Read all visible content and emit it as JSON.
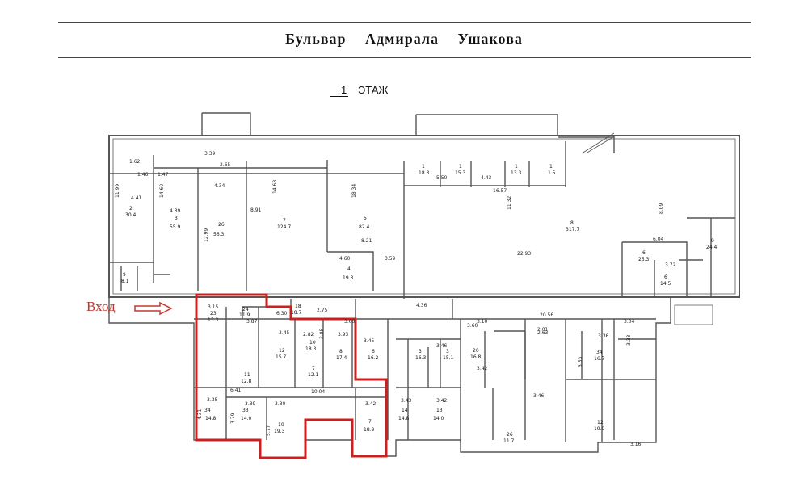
{
  "header": {
    "street_name": "Бульвар Адмирала Ушакова",
    "floor_number": "1",
    "floor_word": "ЭТАЖ"
  },
  "entrance": {
    "label": "Вход",
    "arrow_color": "#c0392b"
  },
  "colors": {
    "walls": "#555555",
    "highlight": "#cc1f1f",
    "text": "#222222"
  },
  "room_labels": [
    {
      "num": "2",
      "area": "30.4"
    },
    {
      "num": "3",
      "area": "55.9"
    },
    {
      "num": "26",
      "area": "56.3"
    },
    {
      "num": "7",
      "area": "124.7"
    },
    {
      "num": "5",
      "area": "82.4"
    },
    {
      "num": "4",
      "area": "19.3"
    },
    {
      "num": "1",
      "area": "18.3"
    },
    {
      "num": "1",
      "area": "15.3"
    },
    {
      "num": "1",
      "area": "13.3"
    },
    {
      "num": "1",
      "area": "1.5"
    },
    {
      "num": "8",
      "area": "317.7"
    },
    {
      "num": "6",
      "area": "25.3"
    },
    {
      "num": "6",
      "area": "14.5"
    },
    {
      "num": "9",
      "area": "24.4"
    },
    {
      "num": "9",
      "area": "8.1"
    },
    {
      "num": "23",
      "area": "13.3"
    },
    {
      "num": "24",
      "area": "11.9"
    },
    {
      "num": "18",
      "area": "18.7"
    },
    {
      "num": "12",
      "area": "15.7"
    },
    {
      "num": "10",
      "area": "18.3"
    },
    {
      "num": "8",
      "area": "17.4"
    },
    {
      "num": "7",
      "area": "12.1"
    },
    {
      "num": "6",
      "area": "16.2"
    },
    {
      "num": "14",
      "area": "14.8"
    },
    {
      "num": "13",
      "area": "14.0"
    },
    {
      "num": "34",
      "area": "14.8"
    },
    {
      "num": "33",
      "area": "14.0"
    },
    {
      "num": "12",
      "area": "19.9"
    },
    {
      "num": "7",
      "area": "18.9"
    },
    {
      "num": "20",
      "area": "16.8"
    },
    {
      "num": "34",
      "area": "16.7"
    },
    {
      "num": "26",
      "area": "11.7"
    },
    {
      "num": "10",
      "area": "19.3"
    },
    {
      "num": "11",
      "area": "12.8"
    },
    {
      "num": "3",
      "area": "16.3"
    },
    {
      "num": "3",
      "area": "15.1"
    }
  ],
  "dimensions": [
    "11.99",
    "4.41",
    "14.60",
    "4.39",
    "12.99",
    "4.34",
    "14.68",
    "8.91",
    "18.34",
    "8.21",
    "4.60",
    "3.59",
    "5.50",
    "4.43",
    "16.57",
    "11.32",
    "22.93",
    "8.09",
    "6.04",
    "3.72",
    "3.15",
    "3.87",
    "6.30",
    "2.75",
    "3.60",
    "4.36",
    "20.56",
    "3.04",
    "3.45",
    "2.82",
    "3.88",
    "3.93",
    "3.45",
    "3.60",
    "3.46",
    "2.63",
    "3.36",
    "6.41",
    "10.04",
    "3.42",
    "3.38",
    "3.39",
    "3.30",
    "4.31",
    "3.79",
    "5.77",
    "3.43",
    "3.42",
    "2.01",
    "3.53",
    "3.10",
    "3.42",
    "3.46",
    "3.33",
    "3.16",
    "1.62",
    "1.46",
    "1.47",
    "3.39",
    "2.65"
  ]
}
